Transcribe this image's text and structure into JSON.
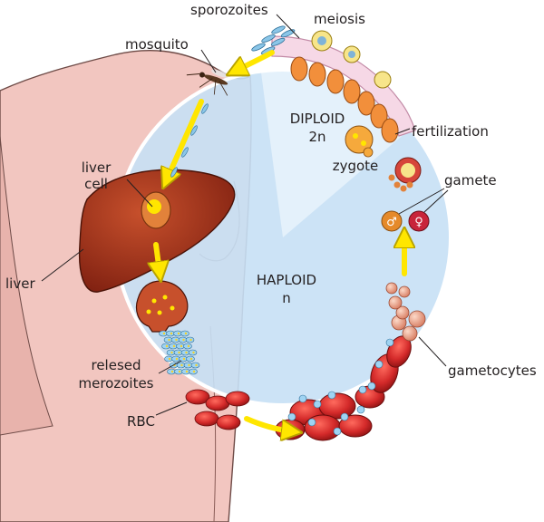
{
  "labels": {
    "sporozoites": "sporozoites",
    "meiosis": "meiosis",
    "mosquito": "mosquito",
    "diploid": "DIPLOID",
    "diploid_n": "2n",
    "fertilization": "fertilization",
    "zygote": "zygote",
    "liver_cell_1": "liver",
    "liver_cell_2": "cell",
    "gamete": "gamete",
    "haploid": "HAPLOID",
    "haploid_n": "n",
    "liver": "liver",
    "released_1": "relesed",
    "released_2": "merozoites",
    "gametocytes": "gametocytes",
    "rbc": "RBC"
  },
  "symbols": {
    "male": "♂",
    "female": "♀"
  },
  "colors": {
    "haploid_fill": "#c6e0f5",
    "diploid_fill": "#e4f1fb",
    "skin": "#f2c6c0",
    "skin_shade": "#e3a9a2",
    "liver": "#a8341c",
    "rbc": "#d42a2a",
    "arrow": "#ffe600",
    "egg": "#f39a3a",
    "gametocyte": "#eaa38d"
  }
}
